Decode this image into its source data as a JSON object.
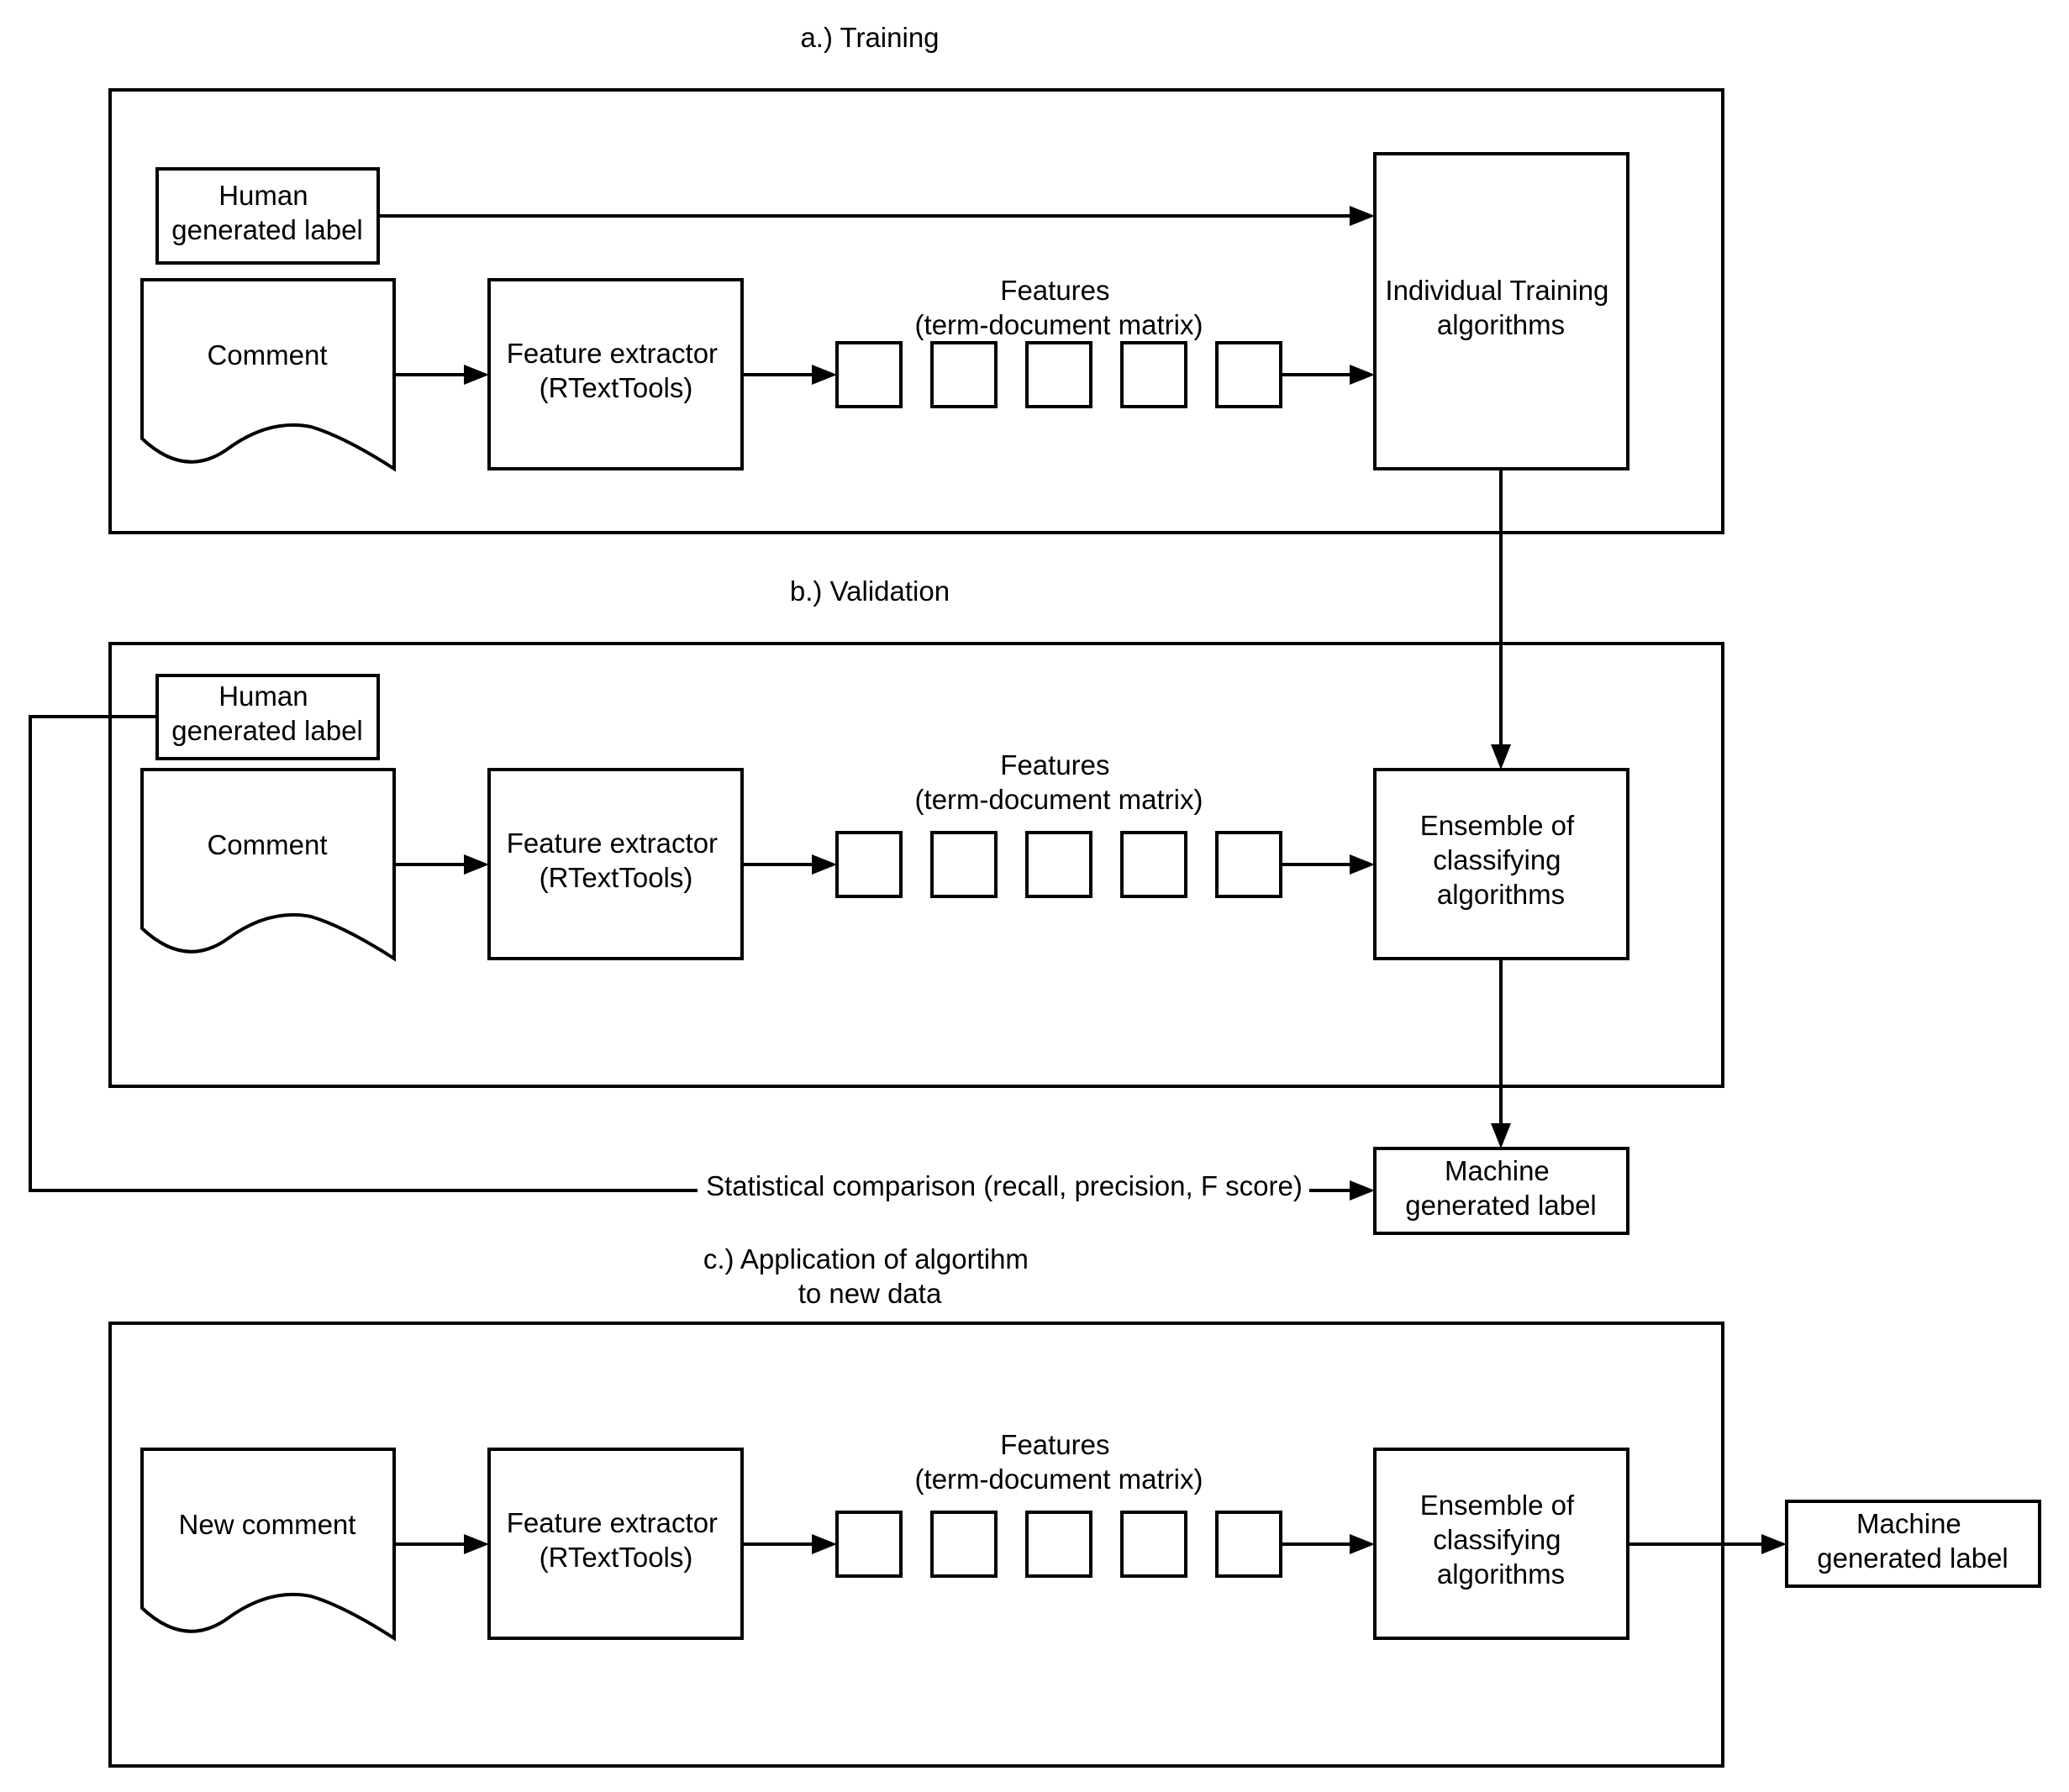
{
  "sections": {
    "training": {
      "title": "a.) Training",
      "human_label": [
        "Human",
        "generated label"
      ],
      "comment": "Comment",
      "extractor": [
        "Feature extractor",
        "(RTextTools)"
      ],
      "features": [
        "Features",
        "(term-document matrix)"
      ],
      "algorithms": [
        "Individual Training",
        "algorithms"
      ]
    },
    "validation": {
      "title": "b.) Validation",
      "human_label": [
        "Human",
        "generated label"
      ],
      "comment": "Comment",
      "extractor": [
        "Feature extractor",
        "(RTextTools)"
      ],
      "features": [
        "Features",
        "(term-document matrix)"
      ],
      "ensemble": [
        "Ensemble of",
        "classifying",
        "algorithms"
      ],
      "machine_label": [
        "Machine",
        "generated label"
      ],
      "comparison": "Statistical comparison (recall, precision, F score)"
    },
    "application": {
      "title": [
        "c.) Application of algortihm",
        "to new data"
      ],
      "comment": "New comment",
      "extractor": [
        "Feature extractor",
        "(RTextTools)"
      ],
      "features": [
        "Features",
        "(term-document matrix)"
      ],
      "ensemble": [
        "Ensemble of",
        "classifying",
        "algorithms"
      ],
      "machine_label": [
        "Machine",
        "generated label"
      ]
    }
  }
}
